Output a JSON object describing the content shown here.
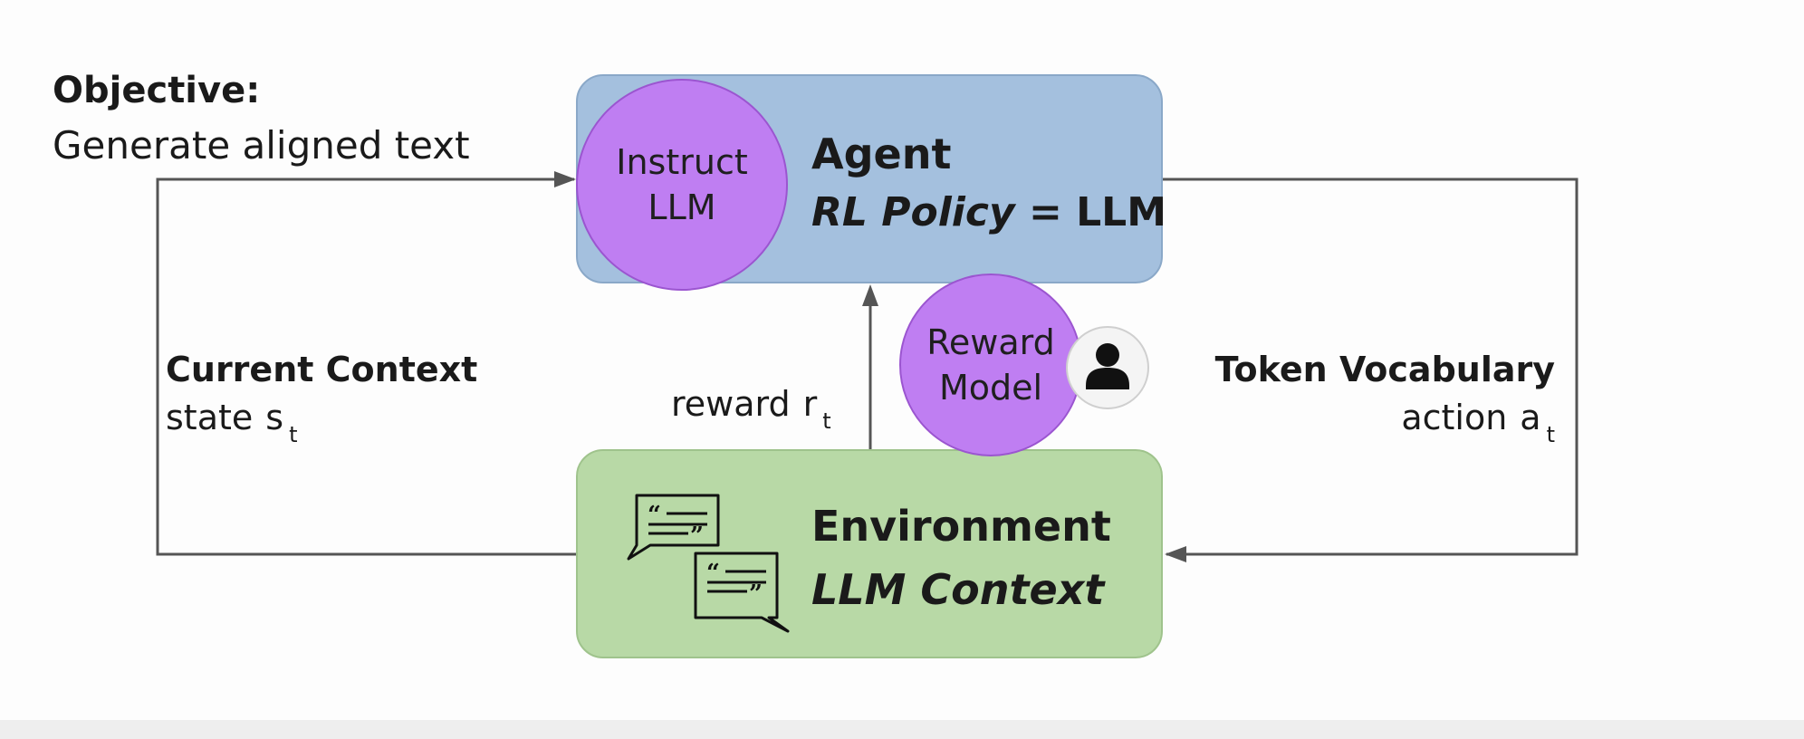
{
  "objective": {
    "title": "Objective:",
    "text": "Generate aligned text"
  },
  "agent": {
    "title": "Agent",
    "policy_italic": "RL Policy",
    "policy_rest": " = LLM"
  },
  "instruct_llm": {
    "line1": "Instruct",
    "line2": "LLM"
  },
  "reward_model": {
    "line1": "Reward",
    "line2": "Model"
  },
  "environment": {
    "title": "Environment",
    "subtitle": "LLM Context"
  },
  "left_label": {
    "title": "Current Context",
    "text": "state",
    "symbol": "s",
    "subscript": "t"
  },
  "right_label": {
    "title": "Token Vocabulary",
    "text": "action",
    "symbol": "a",
    "subscript": "t"
  },
  "reward_label": {
    "text": "reward",
    "symbol": "r",
    "subscript": "t"
  },
  "colors": {
    "agent_box": "#a4c0de",
    "environment_box": "#b8d9a6",
    "llm_circle": "#bf7ef2",
    "arrow": "#555555"
  },
  "icons": [
    "person-icon",
    "chat-bubble-icon",
    "chat-bubble-icon"
  ]
}
